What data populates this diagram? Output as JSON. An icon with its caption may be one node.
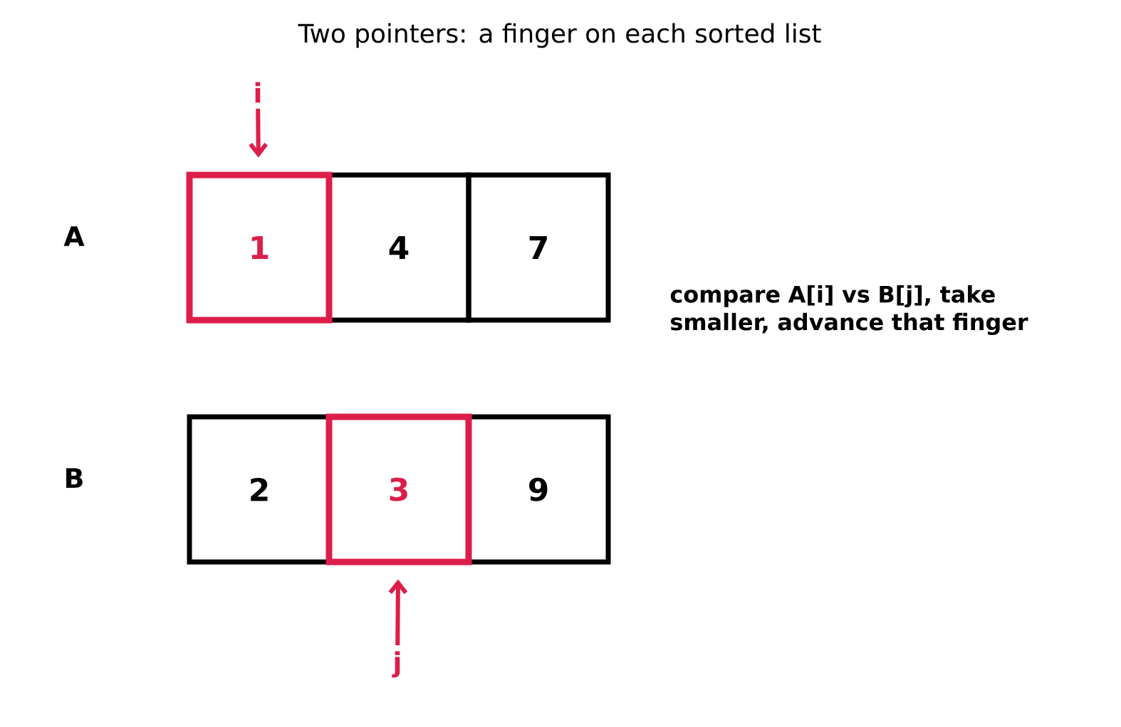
{
  "diagram": {
    "title": "Two pointers: a finger on each sorted list",
    "nodes": [
      {
        "text": [
          "i"
        ]
      },
      {
        "text": [
          "1"
        ]
      },
      {
        "text": [
          "4"
        ]
      },
      {
        "text": [
          "7"
        ]
      },
      {
        "text": [
          "2"
        ]
      },
      {
        "text": [
          "3"
        ]
      },
      {
        "text": [
          "9"
        ]
      },
      {
        "text": [
          "j"
        ]
      }
    ],
    "edges": [
      {
        "from": 0,
        "to": 1,
        "arrow": "to"
      },
      {
        "from": 7,
        "to": 5,
        "arrow": "to"
      }
    ],
    "labels": [
      "A",
      "compare A[i] vs B[j], take smaller, advance that finger",
      "B"
    ]
  }
}
